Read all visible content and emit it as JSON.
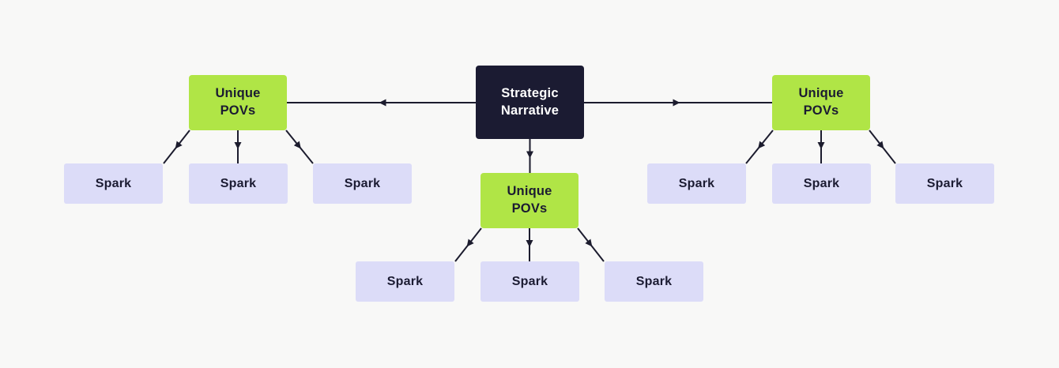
{
  "colors": {
    "background": "#f8f8f7",
    "root_bg": "#1b1b32",
    "root_text": "#ffffff",
    "pov_bg": "#b0e546",
    "pov_text": "#1b1b32",
    "spark_bg": "#dcdcf8",
    "spark_text": "#1b1b32",
    "edge": "#1c1c2e"
  },
  "diagram": {
    "root": {
      "label": "Strategic\nNarrative"
    },
    "branches": [
      {
        "label": "Unique\nPOVs",
        "sparks": [
          "Spark",
          "Spark",
          "Spark"
        ]
      },
      {
        "label": "Unique\nPOVs",
        "sparks": [
          "Spark",
          "Spark",
          "Spark"
        ]
      },
      {
        "label": "Unique\nPOVs",
        "sparks": [
          "Spark",
          "Spark",
          "Spark"
        ]
      }
    ]
  }
}
